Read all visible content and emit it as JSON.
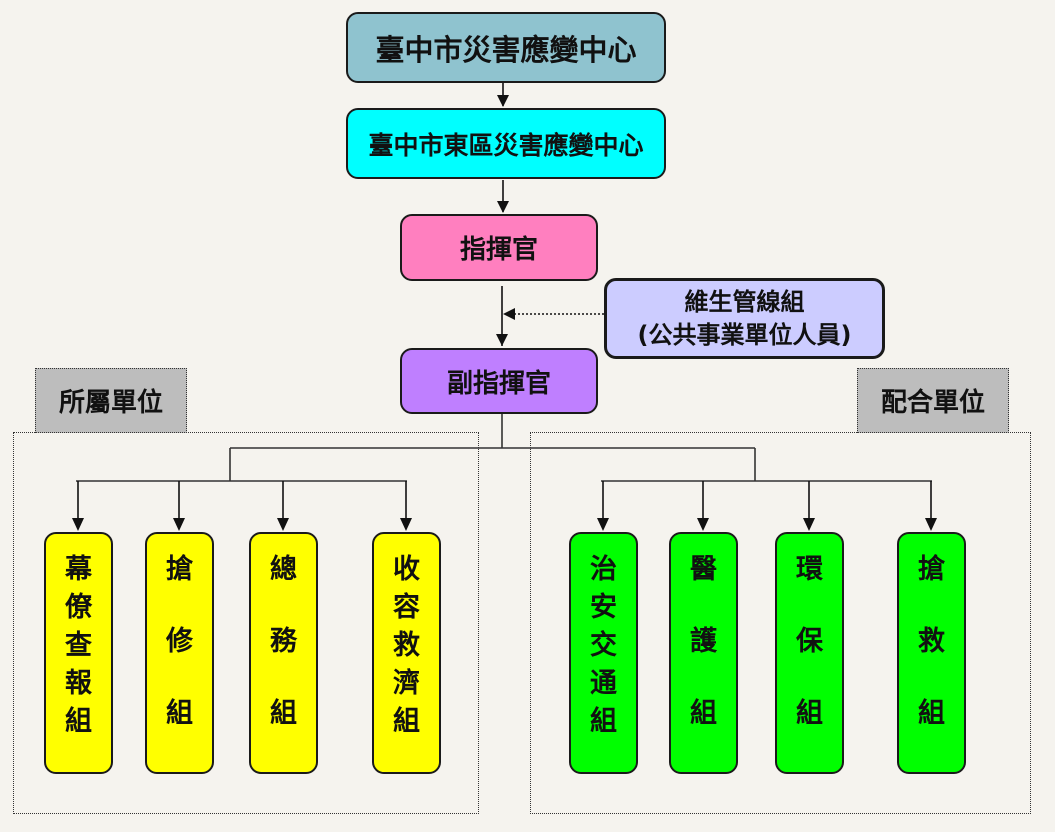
{
  "chart_title": "",
  "nodes": {
    "city_center": "臺中市災害應變中心",
    "district_center": "臺中市東區災害應變中心",
    "commander": "指揮官",
    "lifeline": {
      "line1": "維生管線組",
      "line2": "(公共事業單位人員)"
    },
    "deputy_commander": "副指揮官"
  },
  "groups": {
    "affiliated": {
      "label": "所屬單位",
      "units": [
        {
          "name": "幕僚查報組",
          "chars": [
            "幕",
            "僚",
            "查",
            "報",
            "組"
          ]
        },
        {
          "name": "搶修組",
          "chars": [
            "搶",
            "修",
            "組"
          ]
        },
        {
          "name": "總務組",
          "chars": [
            "總",
            "務",
            "組"
          ]
        },
        {
          "name": "收容救濟組",
          "chars": [
            "收",
            "容",
            "救",
            "濟",
            "組"
          ]
        }
      ]
    },
    "cooperating": {
      "label": "配合單位",
      "units": [
        {
          "name": "治安交通組",
          "chars": [
            "治",
            "安",
            "交",
            "通",
            "組"
          ]
        },
        {
          "name": "醫護組",
          "chars": [
            "醫",
            "護",
            "組"
          ]
        },
        {
          "name": "環保組",
          "chars": [
            "環",
            "保",
            "組"
          ]
        },
        {
          "name": "搶救組",
          "chars": [
            "搶",
            "救",
            "組"
          ]
        }
      ]
    }
  },
  "colors": {
    "city_center": "#8fc3cf",
    "district_center": "#00ffff",
    "commander": "#ff7fbf",
    "lifeline": "#ccccff",
    "deputy_commander": "#bf7fff",
    "affiliated_units": "#ffff00",
    "cooperating_units": "#00ff00",
    "group_label": "#bdbdbd"
  }
}
